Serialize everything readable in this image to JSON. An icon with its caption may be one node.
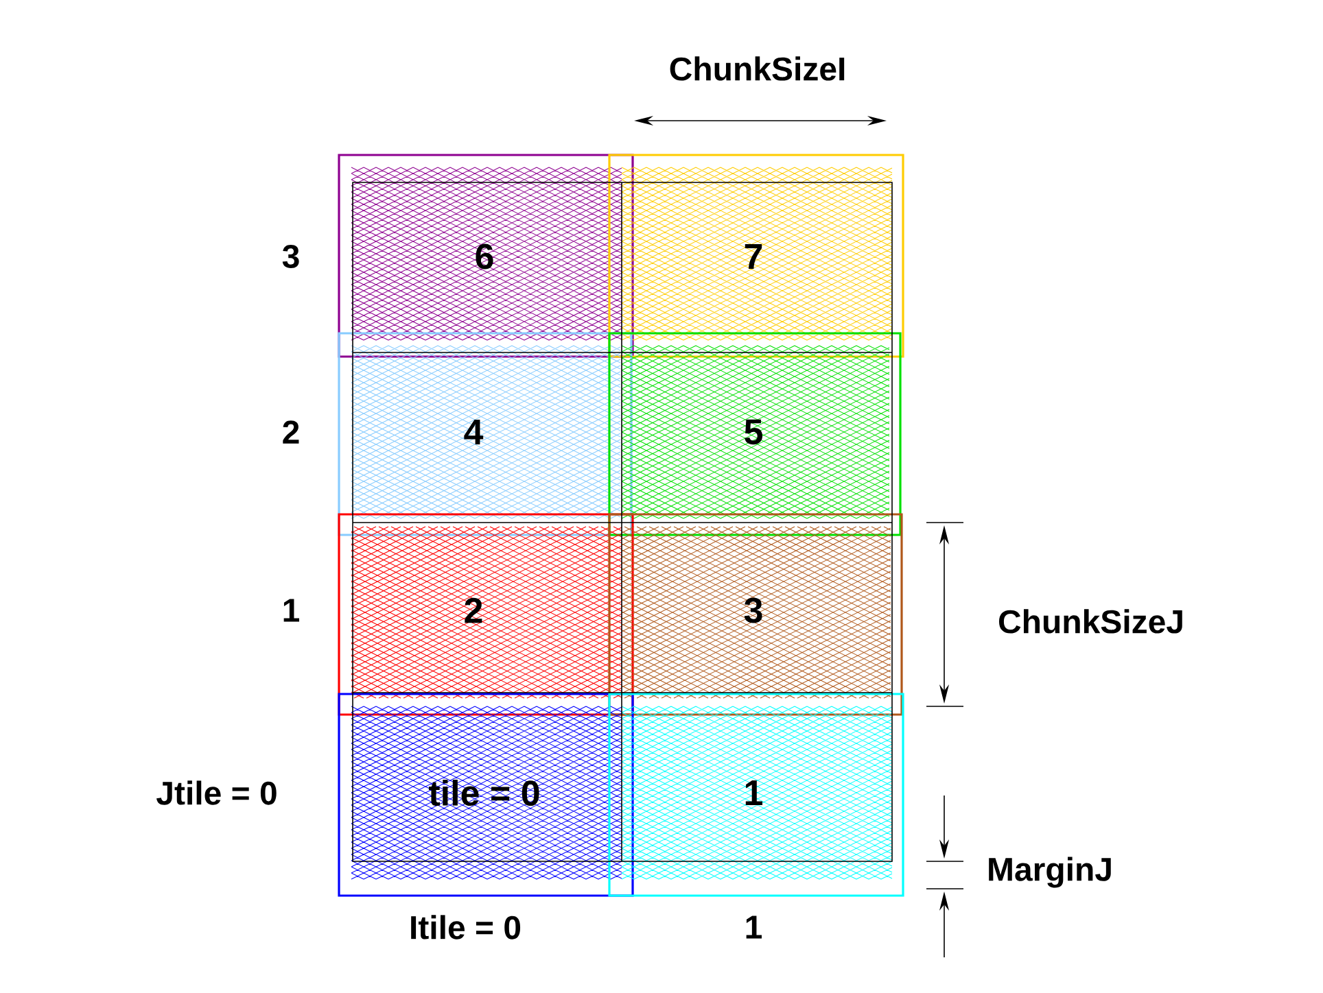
{
  "diagram": {
    "nodes": [
      {
        "text": [
          "6"
        ]
      },
      {
        "text": [
          "7"
        ]
      },
      {
        "text": [
          "4"
        ]
      },
      {
        "text": [
          "5"
        ]
      },
      {
        "text": [
          "2"
        ]
      },
      {
        "text": [
          "3"
        ]
      },
      {
        "text": [
          "tile = 0"
        ]
      },
      {
        "text": [
          "1"
        ]
      }
    ],
    "labels": [
      "ChunkSizeI",
      "3",
      "2",
      "1",
      "ChunkSizeJ",
      "Jtile = 0",
      "MarginJ",
      "Itile = 0",
      "1"
    ]
  }
}
